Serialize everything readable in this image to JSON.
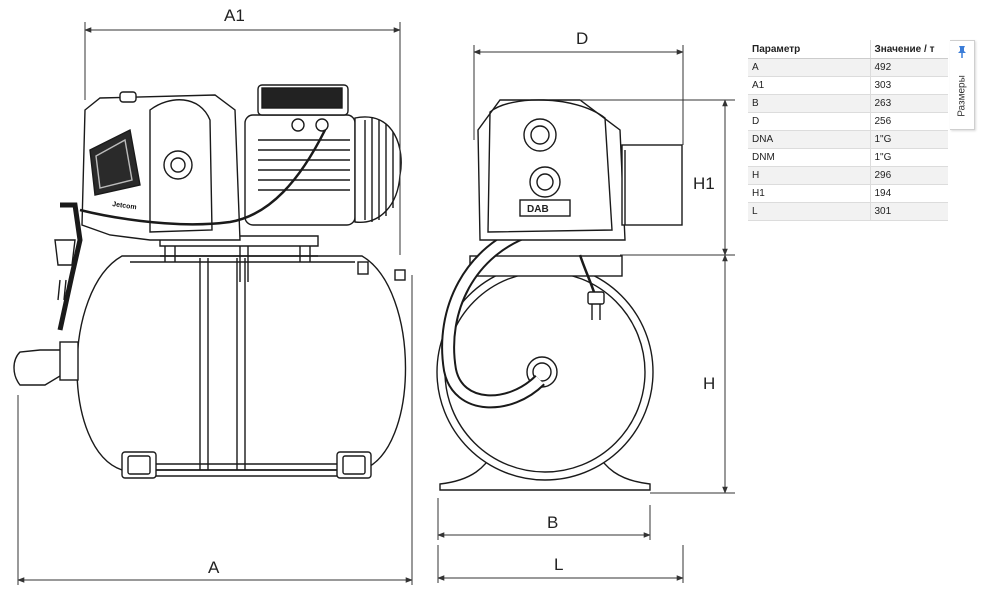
{
  "dimension_labels": {
    "a1": "A1",
    "a": "A",
    "d": "D",
    "b": "B",
    "l": "L",
    "h": "H",
    "h1": "H1"
  },
  "pump_marking": "DAB",
  "spec_table": {
    "headers": [
      "Параметр",
      "Значение / т"
    ],
    "rows": [
      [
        "A",
        "492"
      ],
      [
        "A1",
        "303"
      ],
      [
        "B",
        "263"
      ],
      [
        "D",
        "256"
      ],
      [
        "DNA",
        "1\"G"
      ],
      [
        "DNM",
        "1\"G"
      ],
      [
        "H",
        "296"
      ],
      [
        "H1",
        "194"
      ],
      [
        "L",
        "301"
      ]
    ]
  },
  "side_panel": {
    "tab_label": "Размеры",
    "pin_icon": "pin-icon",
    "accent_color": "#3b7dd8"
  }
}
